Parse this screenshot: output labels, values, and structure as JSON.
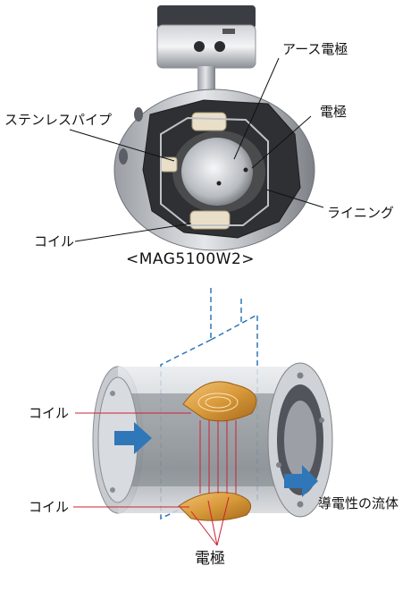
{
  "top_figure": {
    "labels": {
      "earth_electrode": "アース電極",
      "electrode": "電極",
      "stainless_pipe": "ステンレスパイプ",
      "lining": "ライニング",
      "coil": "コイル"
    },
    "model": "<MAG5100W2>"
  },
  "bottom_figure": {
    "labels": {
      "coil_upper": "コイル",
      "coil_lower": "コイル",
      "conductive_fluid": "導電性の流体",
      "electrode": "電極"
    }
  },
  "colors": {
    "leader_line_top": "#111111",
    "leader_line_bottom": "#cc2233",
    "flow_arrow": "#2f77b8",
    "field_lines": "#2f77b8",
    "coil_copper": "#d89a3a"
  }
}
